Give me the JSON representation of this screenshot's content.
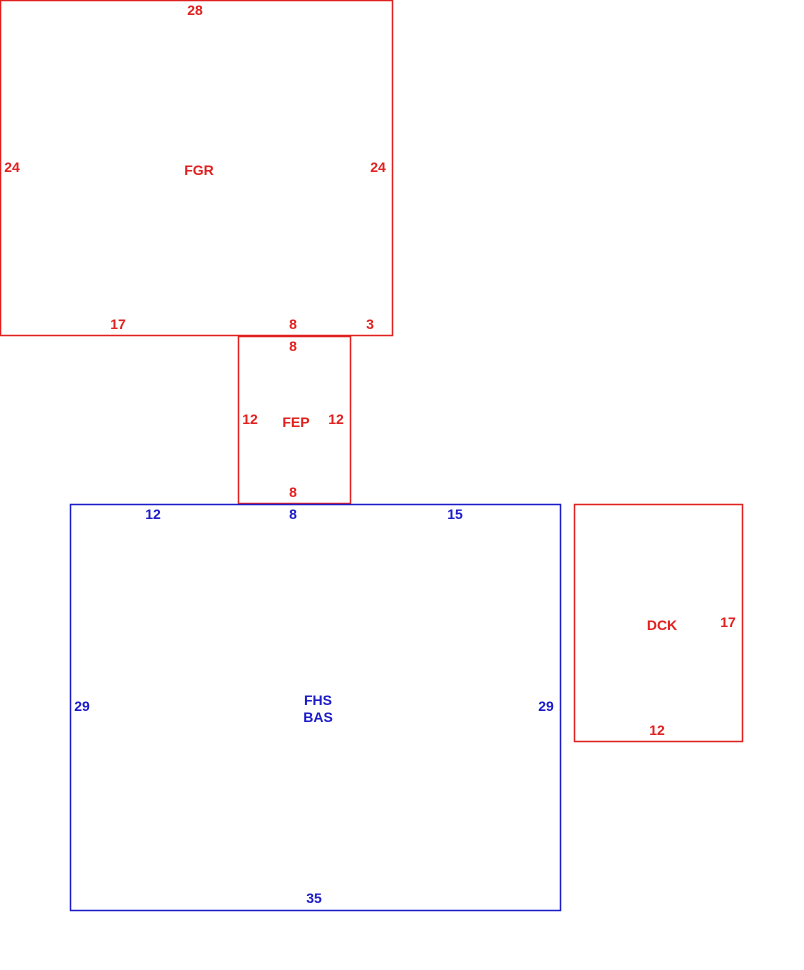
{
  "colors": {
    "red": "#e0201e",
    "blue": "#1a1ac8"
  },
  "areas": {
    "fgr": {
      "code": "FGR",
      "top": "28",
      "left": "24",
      "right": "24",
      "bottom_a": "17",
      "bottom_b": "8",
      "bottom_c": "3"
    },
    "fep": {
      "code": "FEP",
      "top": "8",
      "left": "12",
      "right": "12",
      "bottom": "8"
    },
    "fhs": {
      "code_1": "FHS",
      "code_2": "BAS",
      "top_a": "12",
      "top_b": "8",
      "top_c": "15",
      "left": "29",
      "right": "29",
      "bottom": "35"
    },
    "dck": {
      "code": "DCK",
      "right": "17",
      "bottom": "12"
    }
  }
}
